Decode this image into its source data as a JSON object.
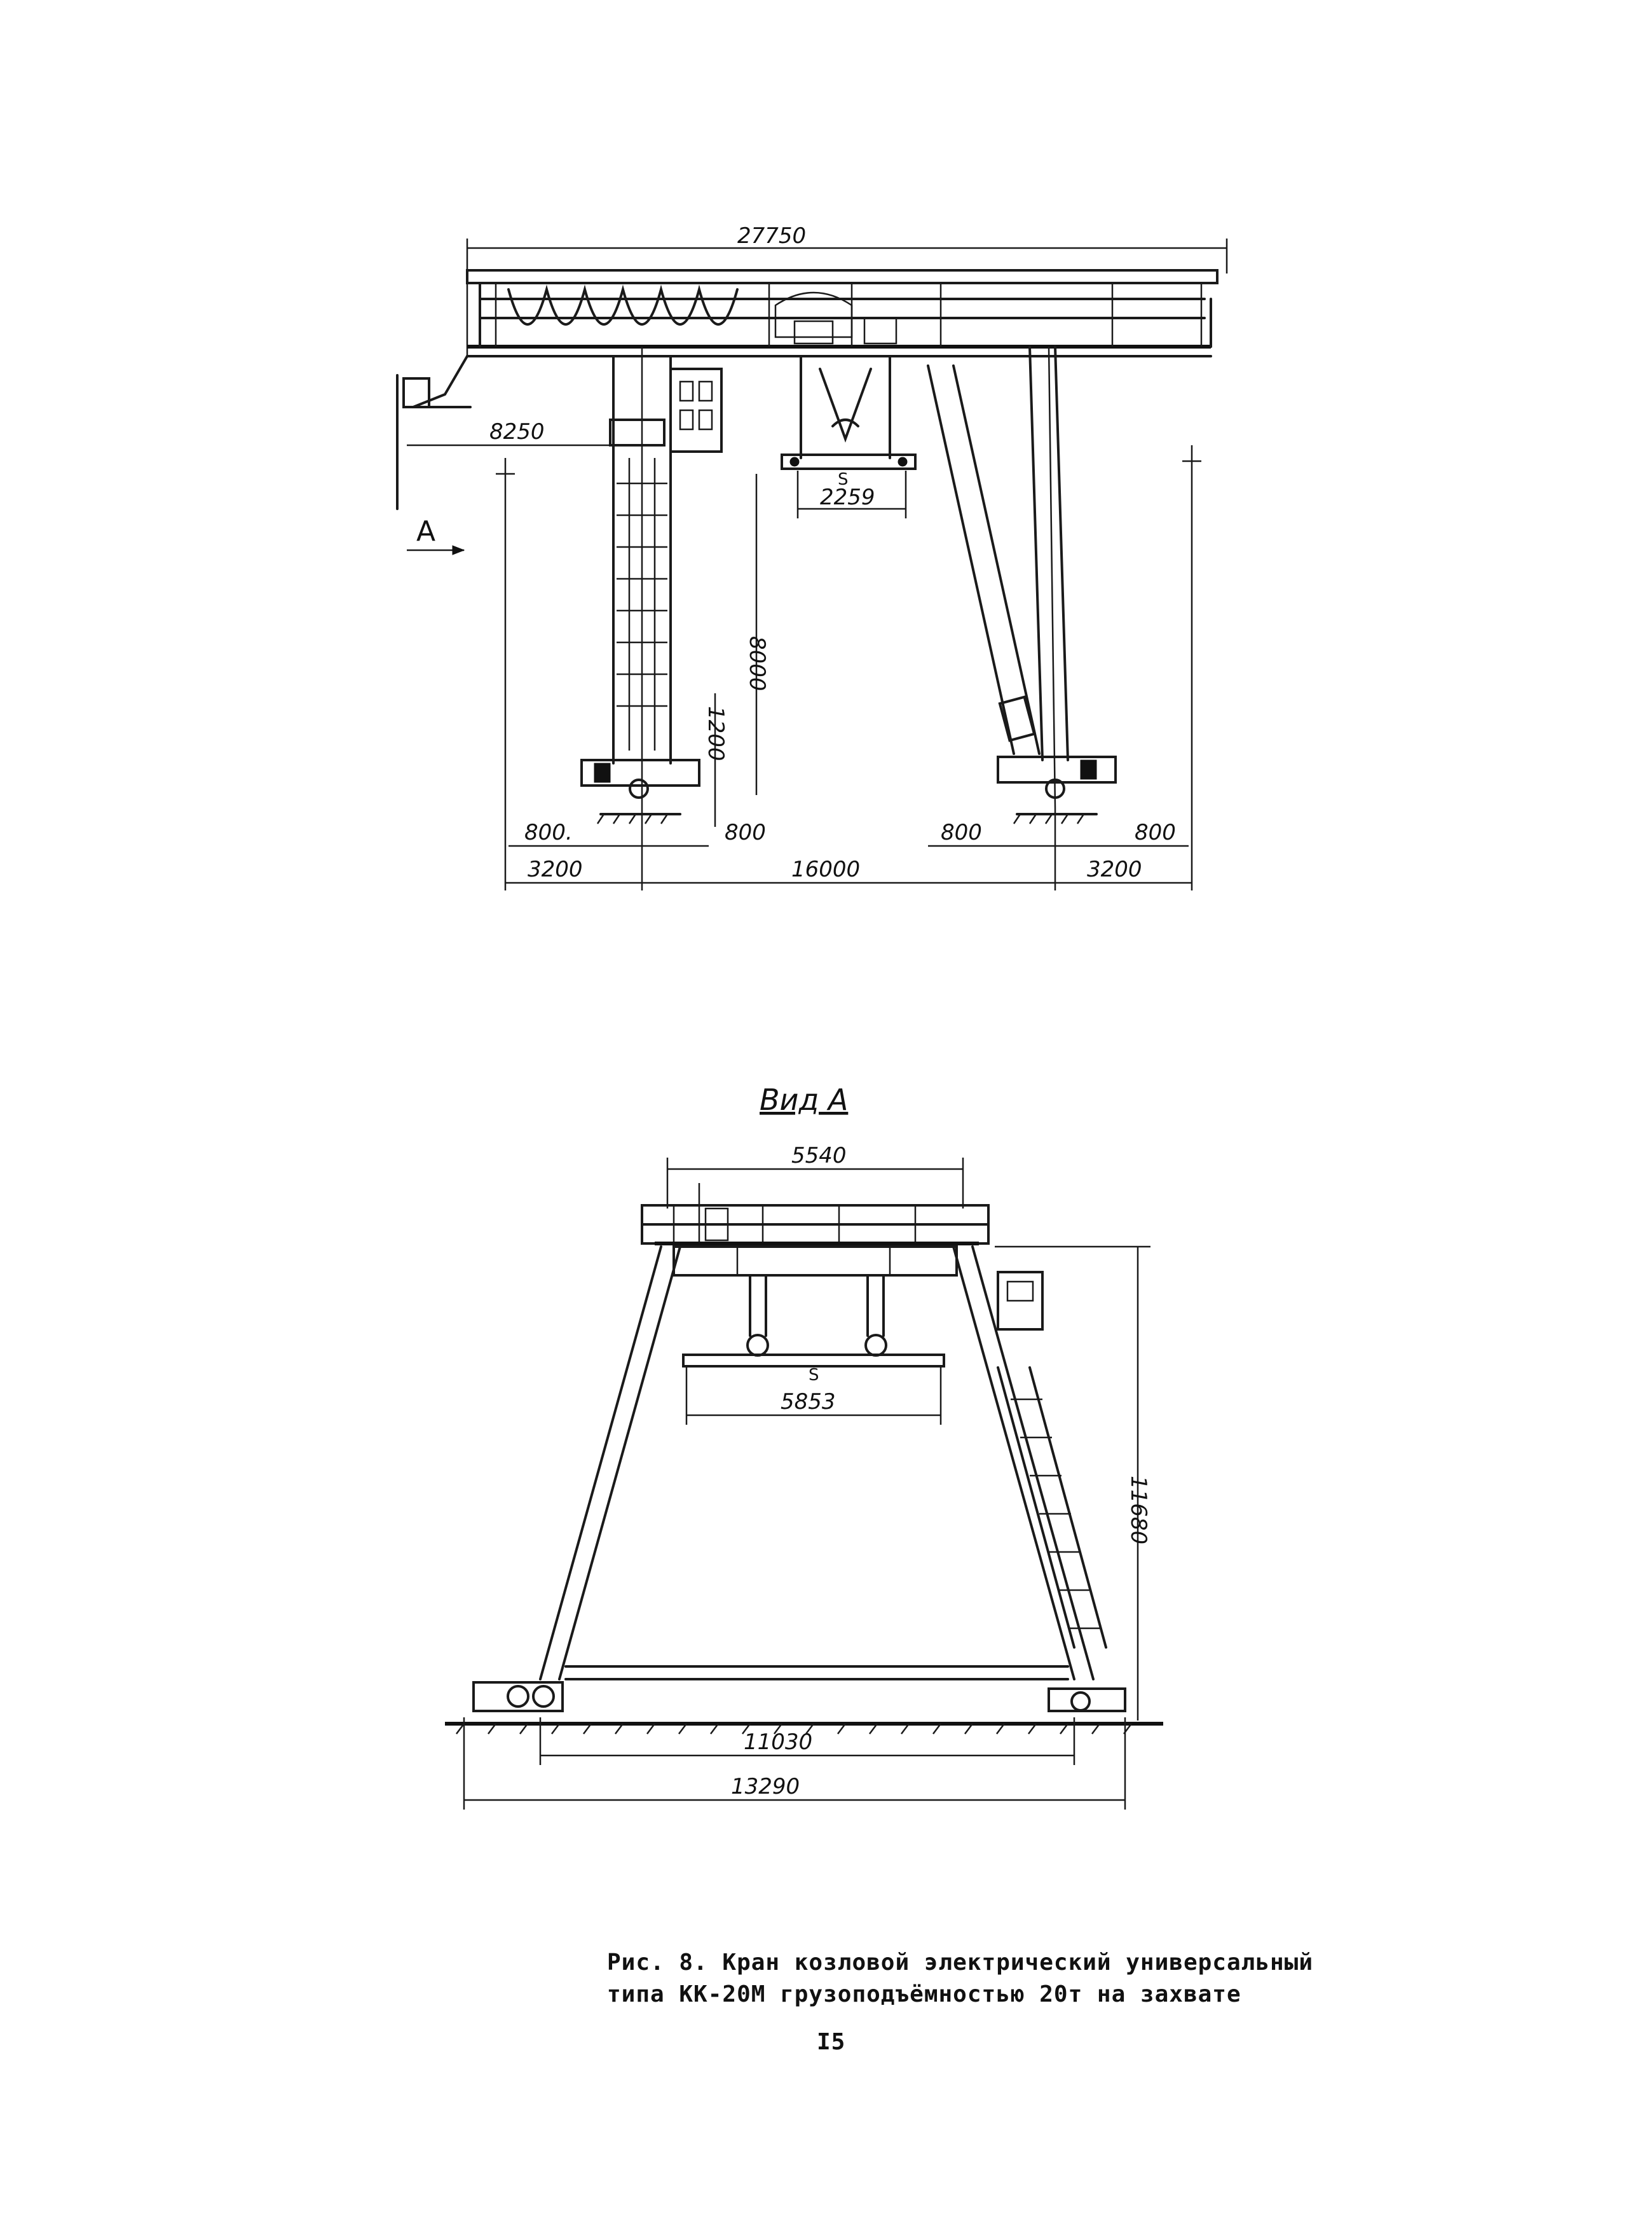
{
  "side_view": {
    "dims": {
      "overall_length": "27750",
      "cantilever": "8250",
      "spreader_width": "2259",
      "lift_height": "8000",
      "leg_offset": "1200",
      "bogie_left_a": "800.",
      "bogie_left_b": "800",
      "bogie_right_a": "800",
      "bogie_right_b": "800",
      "left_outrigger": "3200",
      "span": "16000",
      "right_outrigger": "3200",
      "section_mark": "A"
    },
    "load_mark": "S"
  },
  "end_view": {
    "title": "Вид А",
    "dims": {
      "top_width": "5540",
      "spreader_width": "5853",
      "height": "11680",
      "rail_gauge": "11030",
      "overall_width": "13290"
    },
    "load_mark": "S"
  },
  "caption": {
    "line1": "Рис. 8. Кран козловой электрический универсальный",
    "line2": "типа КК-20М грузоподъёмностью 20т на захвате"
  },
  "page_number": "I5"
}
